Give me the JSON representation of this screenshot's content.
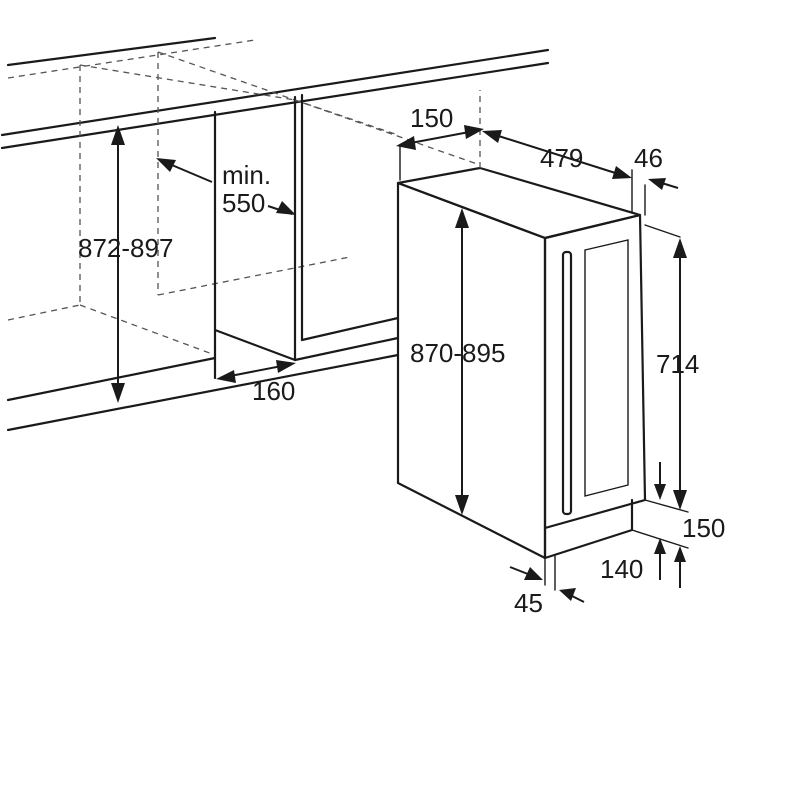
{
  "labels": {
    "cabinet_height": "872-897",
    "min_label": "min.",
    "min_depth": "550",
    "plinth_depth": "160",
    "top_side": "150",
    "unit_depth": "479",
    "door_thickness": "46",
    "unit_height": "870-895",
    "door_height": "714",
    "plinth_height_max": "150",
    "plinth_height_min": "140",
    "foot_offset": "45"
  }
}
